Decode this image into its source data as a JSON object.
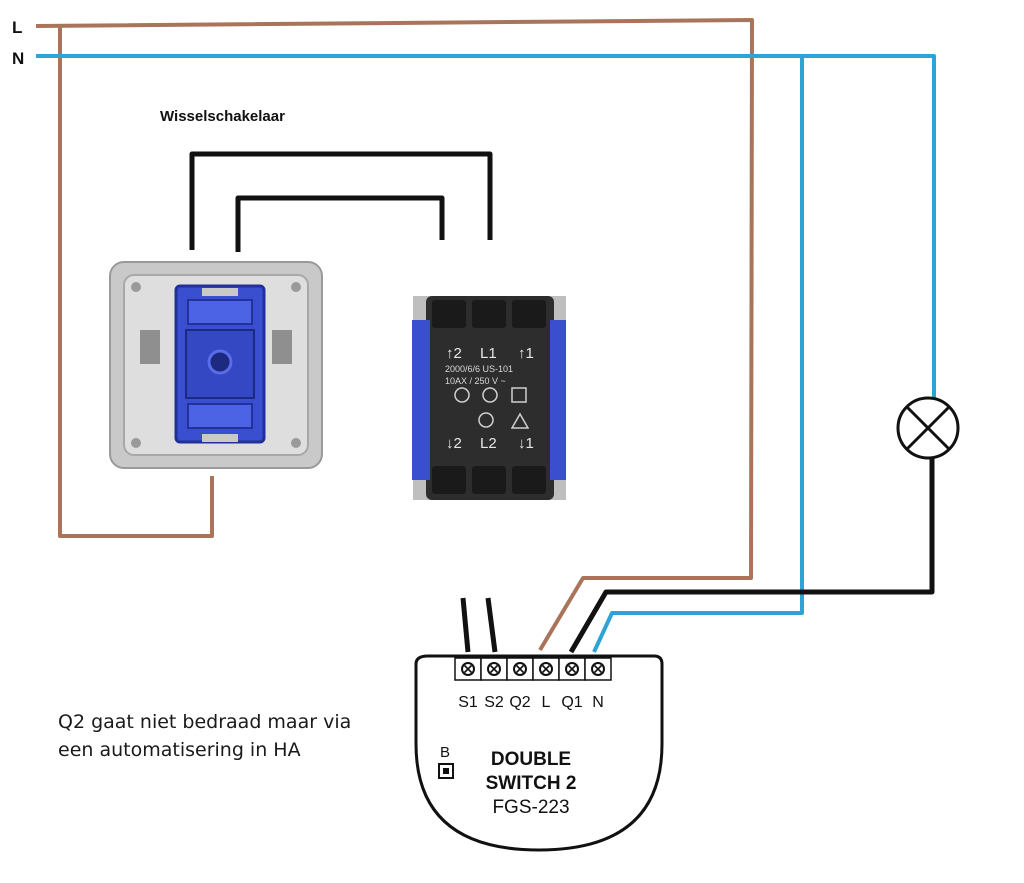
{
  "lines": {
    "L": "L",
    "N": "N"
  },
  "switch_title": "Wisselschakelaar",
  "back_plate": {
    "top": [
      "↑2",
      "L1",
      "↑1"
    ],
    "rating_1": "2000/6/6 US-101",
    "rating_2": "10AX / 250 V ~",
    "bottom": [
      "↓2",
      "L2",
      "↓1"
    ]
  },
  "module": {
    "terminals": [
      "S1",
      "S2",
      "Q2",
      "L",
      "Q1",
      "N"
    ],
    "button_label": "B",
    "name_line1": "DOUBLE",
    "name_line2": "SWITCH 2",
    "model": "FGS-223"
  },
  "note": {
    "line1": "Q2 gaat niet bedraad maar via",
    "line2": "een automatisering in HA"
  },
  "colors": {
    "live": "#a9745a",
    "neutral": "#2ea3d6",
    "switched": "#111111",
    "switch_blue": "#3a4fd0",
    "switch_metal": "#c9c9c9"
  },
  "icons": {
    "lamp": "lamp-cross-icon",
    "terminal": "terminal-screw-icon"
  }
}
